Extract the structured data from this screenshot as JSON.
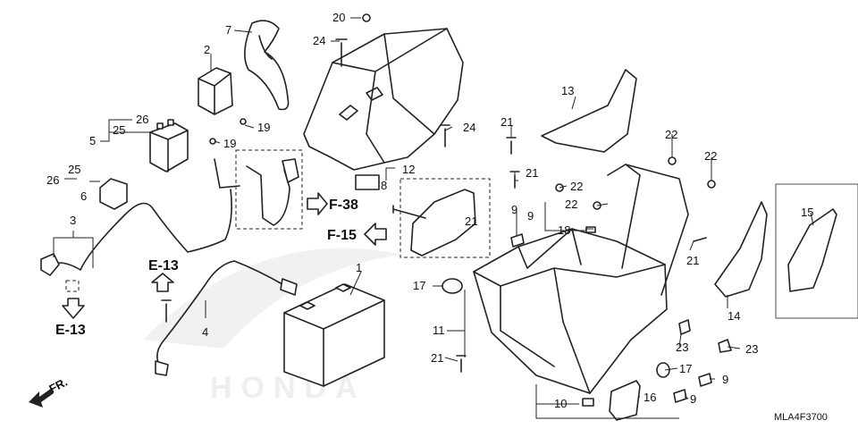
{
  "diagram": {
    "code": "MLA4F3700",
    "watermark": "HONDA",
    "direction": "FR.",
    "refs": [
      "F-38",
      "F-15",
      "E-13",
      "E-13"
    ],
    "callouts": [
      "1",
      "2",
      "3",
      "4",
      "5",
      "6",
      "7",
      "8",
      "9",
      "9",
      "9",
      "9",
      "10",
      "11",
      "12",
      "13",
      "14",
      "15",
      "16",
      "17",
      "17",
      "18",
      "19",
      "19",
      "20",
      "21",
      "21",
      "21",
      "21",
      "21",
      "22",
      "22",
      "22",
      "22",
      "23",
      "23",
      "24",
      "24",
      "25",
      "25",
      "26",
      "26"
    ]
  }
}
